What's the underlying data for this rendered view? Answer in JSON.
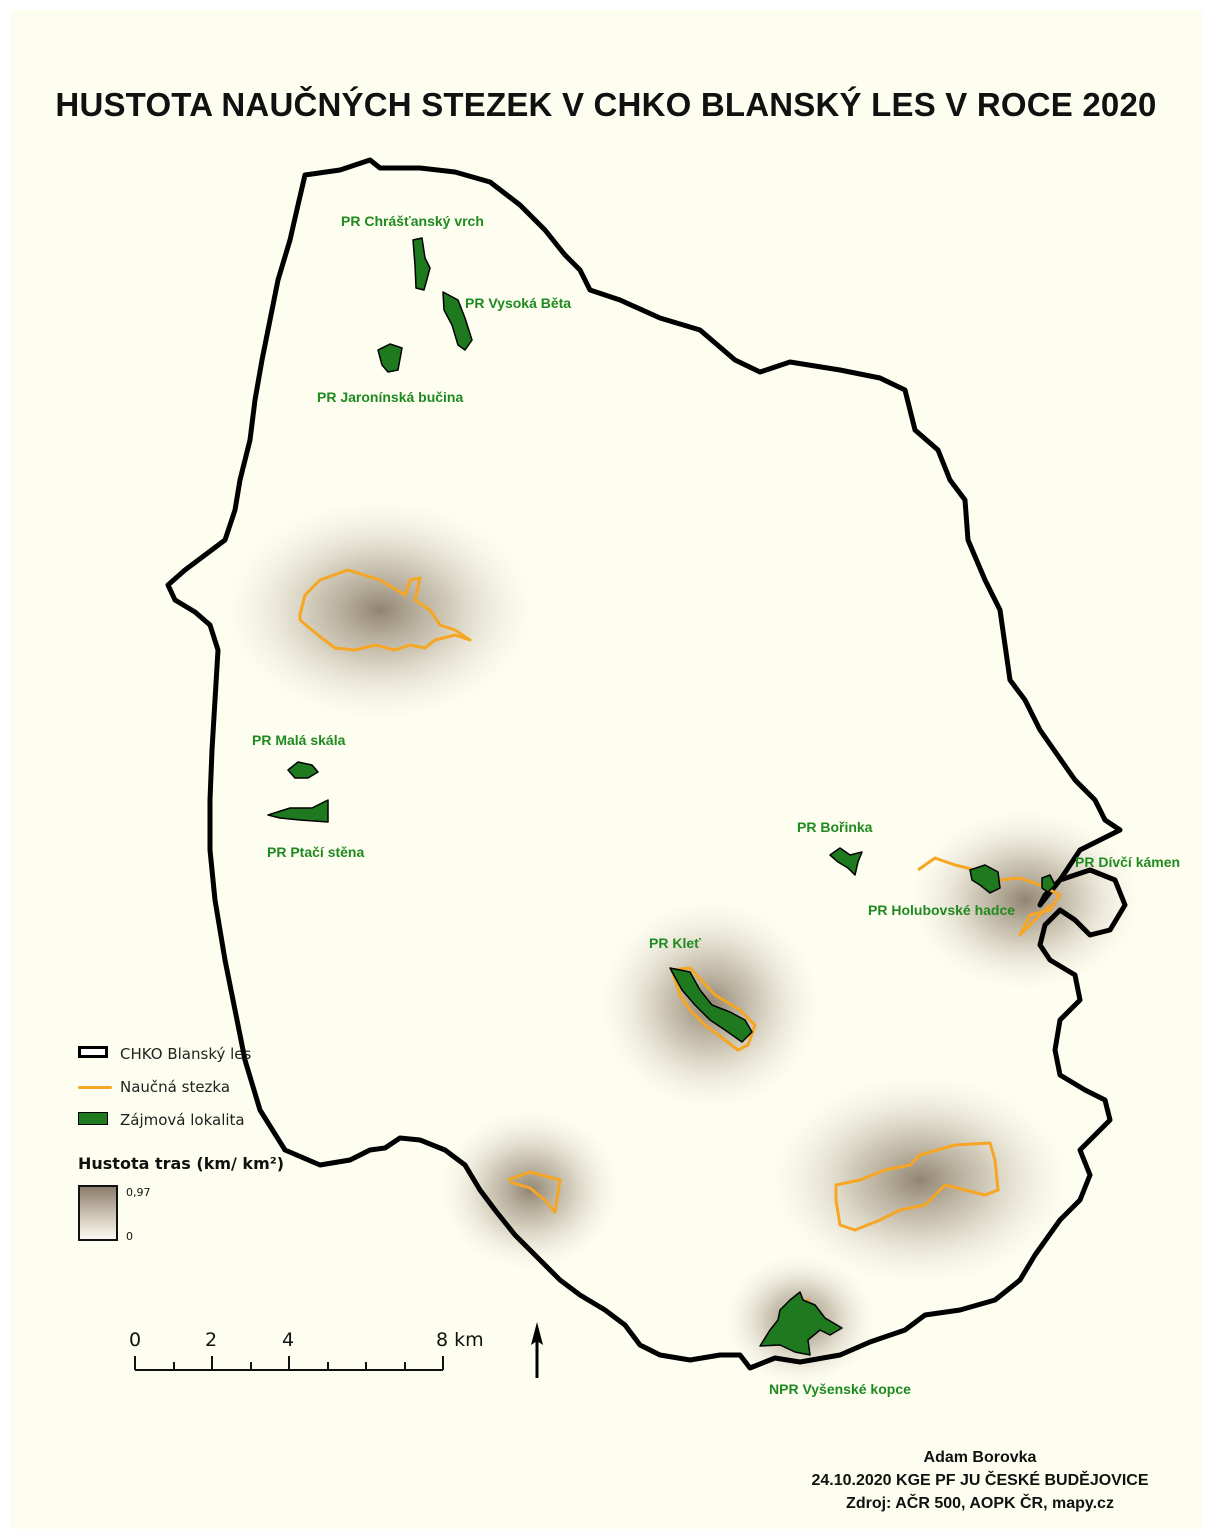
{
  "title": "HUSTOTA NAUČNÝCH STEZEK V CHKO BLANSKÝ LES V ROCE 2020",
  "colors": {
    "background": "#fdfdf0",
    "boundary": "#000000",
    "trail": "#f6a623",
    "locality_fill": "#1f7a1f",
    "locality_label": "#1f8a1f",
    "density_high": "#8b7d6b",
    "density_low": "#fbfaf2"
  },
  "localities": [
    {
      "id": "chrastansky",
      "label": "PR Chrášťanský vrch"
    },
    {
      "id": "vysoka_beta",
      "label": "PR Vysoká Běta"
    },
    {
      "id": "jaroninska",
      "label": "PR Jaronínská bučina"
    },
    {
      "id": "mala_skala",
      "label": "PR Malá skála"
    },
    {
      "id": "ptaci_stena",
      "label": "PR Ptačí stěna"
    },
    {
      "id": "borinka",
      "label": "PR Bořinka"
    },
    {
      "id": "divci_kamen",
      "label": "PR Dívčí kámen"
    },
    {
      "id": "holubovske",
      "label": "PR Holubovské hadce"
    },
    {
      "id": "klet",
      "label": "PR Kleť"
    },
    {
      "id": "vysenske",
      "label": "NPR Vyšenské kopce"
    }
  ],
  "legend": {
    "boundary": "CHKO Blanský les",
    "trail": "Naučná stezka",
    "locality": "Zájmová lokalita",
    "density_title": "Hustota tras (km/ km²)",
    "density_max": "0,97",
    "density_min": "0"
  },
  "scalebar": {
    "ticks": [
      "0",
      "2",
      "4",
      "8 km"
    ]
  },
  "north_arrow": "north-arrow",
  "credits": {
    "author": "Adam Borovka",
    "line2": "24.10.2020 KGE PF JU ČESKÉ BUDĚJOVICE",
    "source": "Zdroj: AČR 500, AOPK ČR, mapy.cz"
  }
}
